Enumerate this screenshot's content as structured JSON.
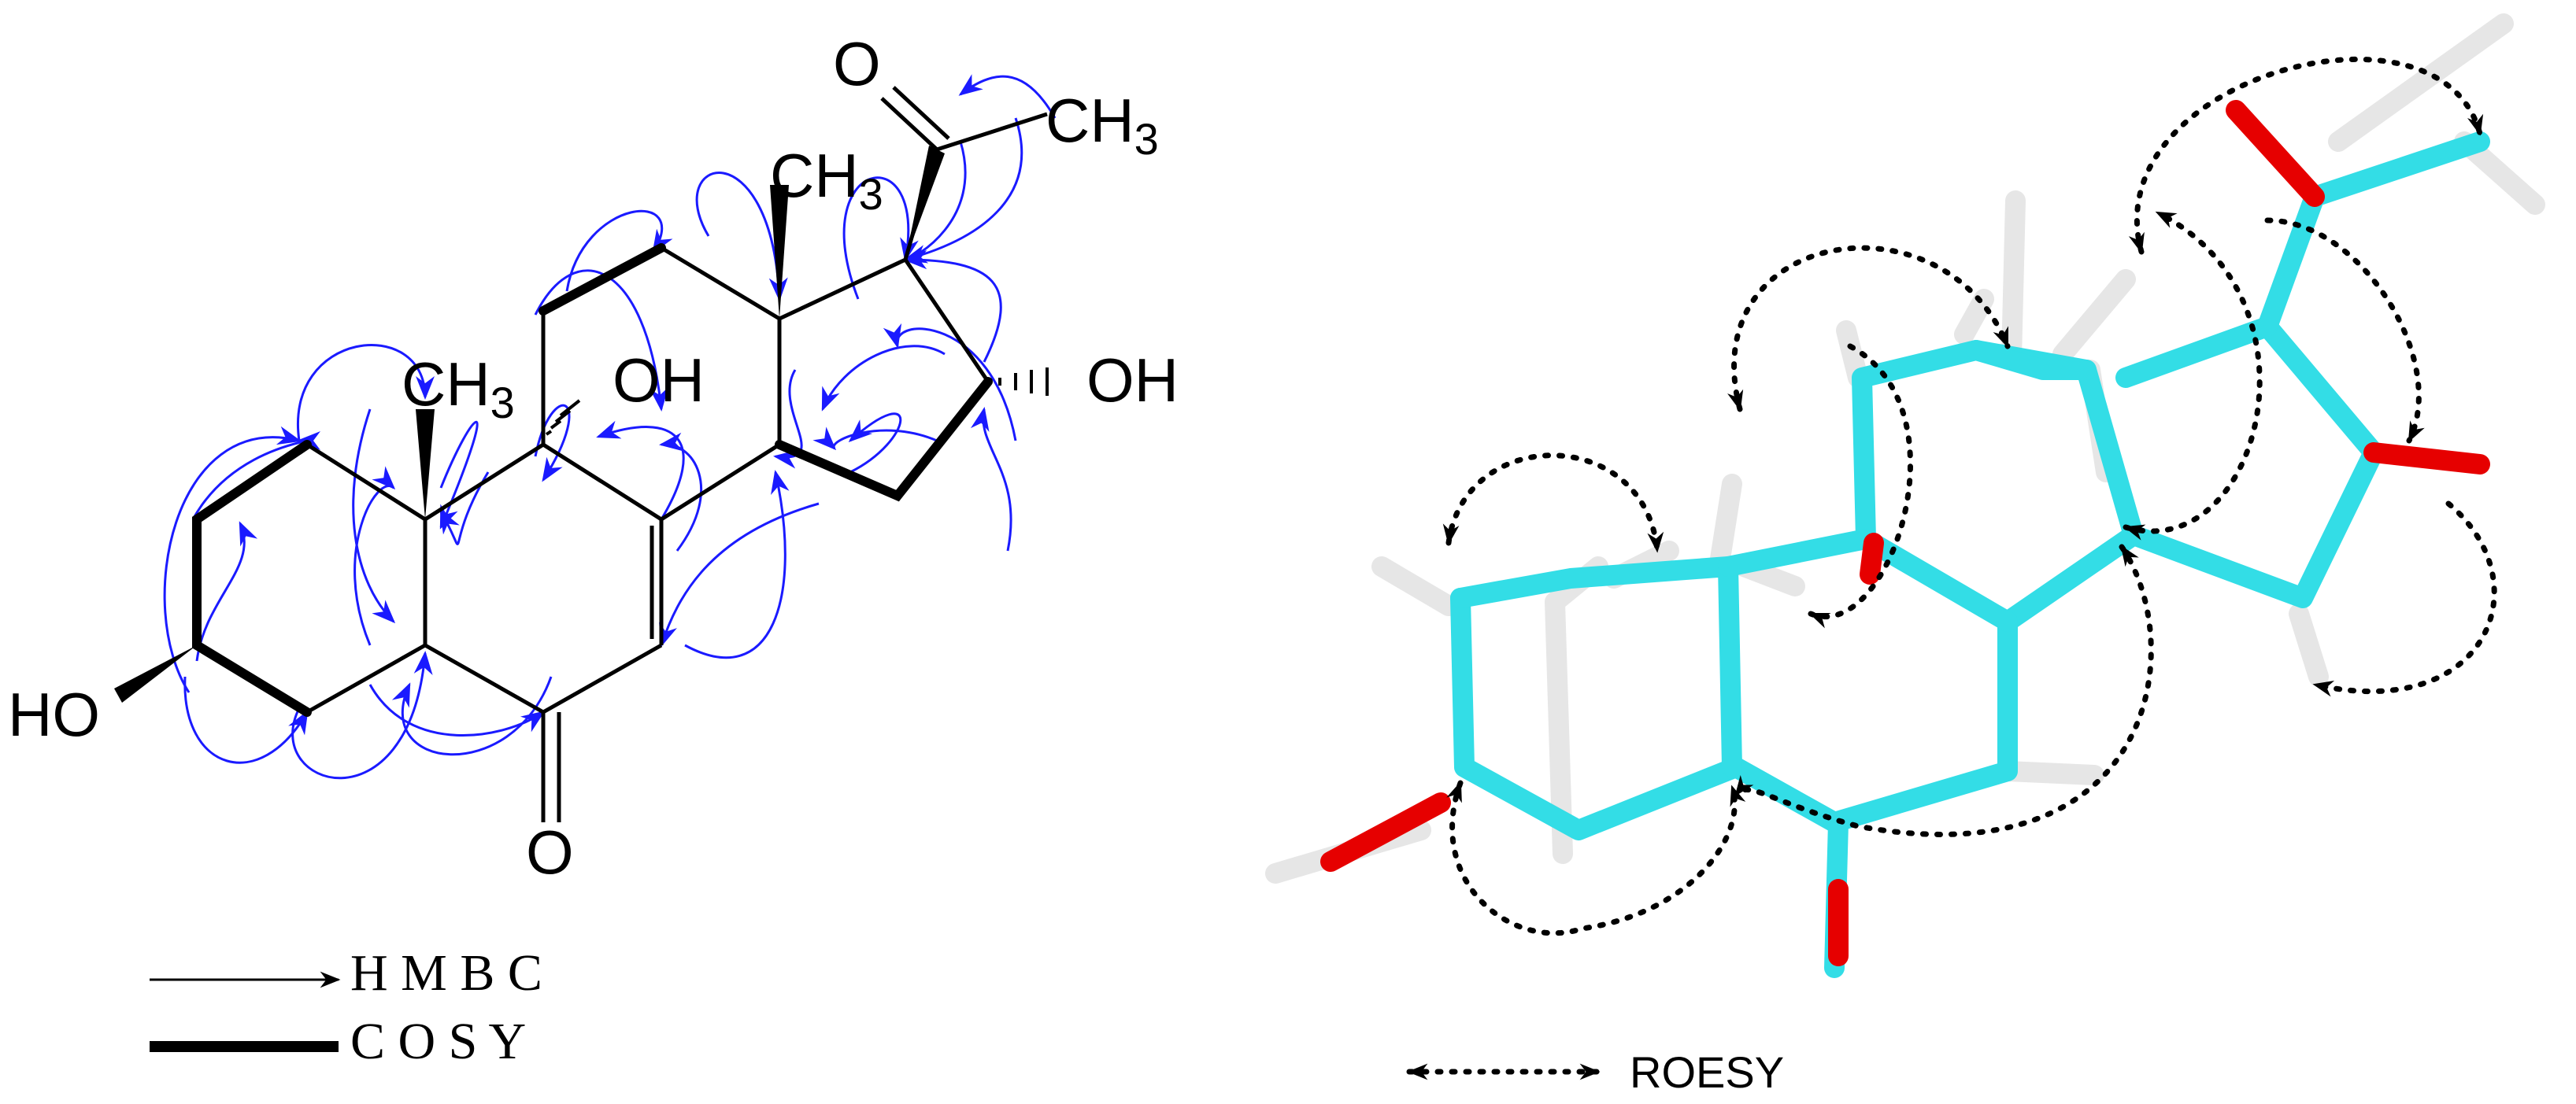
{
  "structure_2d": {
    "labels": {
      "carbonyl_o_top": "O",
      "ch3_acetyl": "CH",
      "ch3_acetyl_sub": "3",
      "ch3_c18": "CH",
      "ch3_c18_sub": "3",
      "ch3_c19": "CH",
      "ch3_c19_sub": "3",
      "oh_c14": "OH",
      "oh_c16": "OH",
      "ho_c3": "HO",
      "carbonyl_o_bottom": "O"
    }
  },
  "legend": {
    "hmbc": "H M B C",
    "cosy": "C O S Y",
    "roesy": "ROESY"
  },
  "colors": {
    "hmbc_arrow": "#1a1aff",
    "bond": "#000000",
    "carbon_stick": "#33dde6",
    "hydrogen_stick": "#e6e6e6",
    "oxygen_stick": "#e60000",
    "roesy": "#000000"
  }
}
